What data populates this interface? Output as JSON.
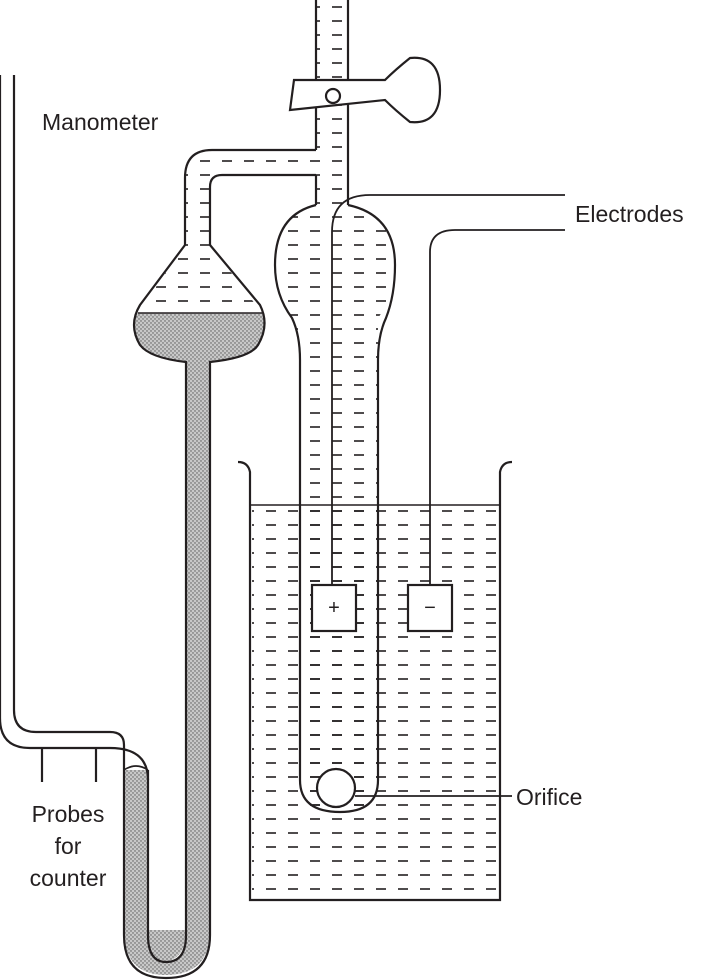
{
  "labels": {
    "manometer": "Manometer",
    "electrodes": "Electrodes",
    "orifice": "Orifice",
    "probes_line1": "Probes",
    "probes_line2": "for",
    "probes_line3": "counter"
  },
  "electrode_signs": {
    "positive": "+",
    "negative": "−"
  },
  "colors": {
    "ink": "#231f20",
    "mercury": "#c8c8c8",
    "background": "#ffffff"
  }
}
